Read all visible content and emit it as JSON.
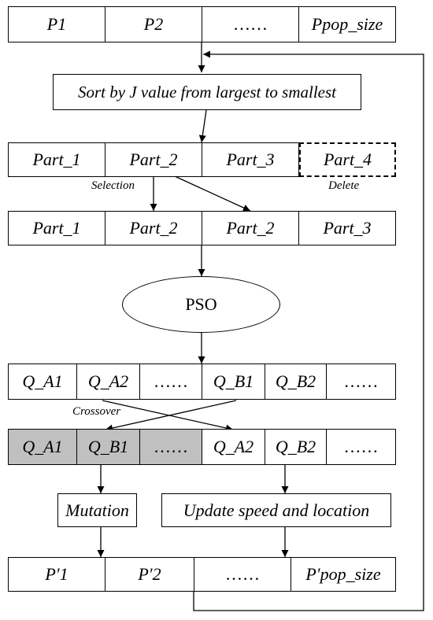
{
  "row1": [
    "P1",
    "P2",
    "……",
    "Ppop_size"
  ],
  "sort_label": "Sort by J value from largest to smallest",
  "row2": [
    "Part_1",
    "Part_2",
    "Part_3",
    "Part_4"
  ],
  "selection_label": "Selection",
  "delete_label": "Delete",
  "row3": [
    "Part_1",
    "Part_2",
    "Part_2",
    "Part_3"
  ],
  "pso_label": "PSO",
  "row4": [
    "Q_A1",
    "Q_A2",
    "……",
    "Q_B1",
    "Q_B2",
    "……"
  ],
  "crossover_label": "Crossover",
  "row5": [
    "Q_A1",
    "Q_B1",
    "……",
    "Q_A2",
    "Q_B2",
    "……"
  ],
  "mutation_label": "Mutation",
  "update_label": "Update  speed and location",
  "row6": [
    "P′1",
    "P′2",
    "……",
    "P′pop_size"
  ],
  "colors": {
    "line": "#000000",
    "shaded": "#c0c0c0"
  }
}
